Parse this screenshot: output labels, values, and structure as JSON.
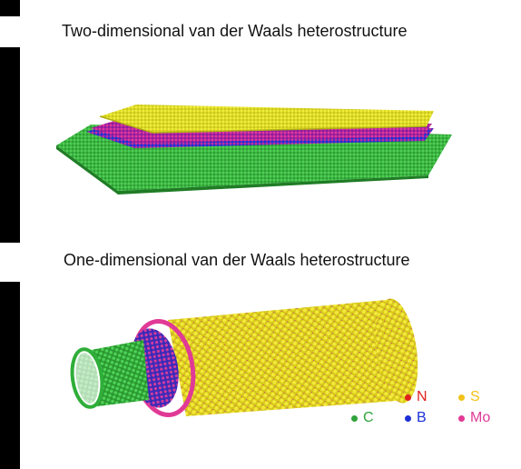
{
  "titles": {
    "top": "Two-dimensional van der Waals heterostructure",
    "bottom": "One-dimensional van der Waals heterostructure"
  },
  "legend": [
    {
      "label": "N",
      "color": "#e0201e",
      "icon": "red-dot"
    },
    {
      "label": "S",
      "color": "#f2c21a",
      "icon": "yellow-dot"
    },
    {
      "label": "C",
      "color": "#2ea43a",
      "icon": "green-dot"
    },
    {
      "label": "B",
      "color": "#1b2fd6",
      "icon": "blue-dot"
    },
    {
      "label": "Mo",
      "color": "#e13a96",
      "icon": "magenta-dot"
    }
  ],
  "colors": {
    "graphene": "#35b63a",
    "hbn": "#1b2fd6",
    "mos2_mo": "#c02a9a",
    "mos2_s": "#d8d51c"
  }
}
